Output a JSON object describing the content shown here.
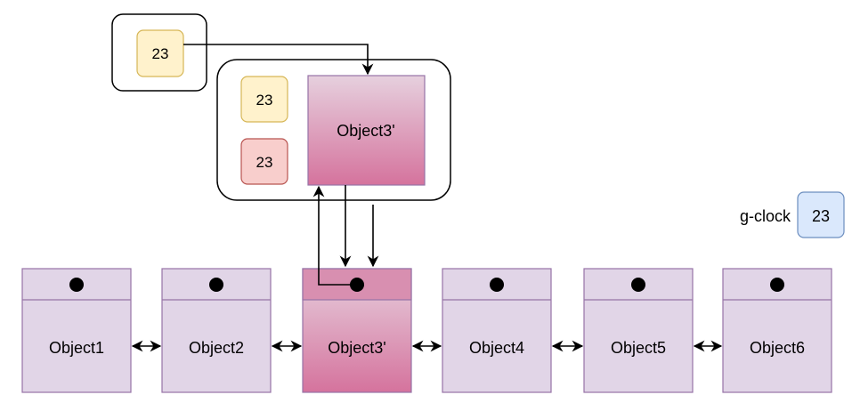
{
  "top_box": {
    "value": "23"
  },
  "inner_box": {
    "yellow_value": "23",
    "red_value": "23",
    "object_label": "Object3'"
  },
  "gclock": {
    "label": "g-clock",
    "value": "23"
  },
  "objects": [
    {
      "label": "Object1"
    },
    {
      "label": "Object2"
    },
    {
      "label": "Object3'"
    },
    {
      "label": "Object4"
    },
    {
      "label": "Object5"
    },
    {
      "label": "Object6"
    }
  ],
  "colors": {
    "object_fill": "#e1d5e7",
    "object_stroke": "#9673a6",
    "highlight_top": "#e6d0de",
    "highlight_bottom": "#d5739d",
    "yellow_fill": "#fff2cc",
    "yellow_stroke": "#d6b656",
    "red_fill": "#f8cecc",
    "red_stroke": "#b85450",
    "blue_fill": "#dae8fc",
    "blue_stroke": "#6c8ebf"
  }
}
